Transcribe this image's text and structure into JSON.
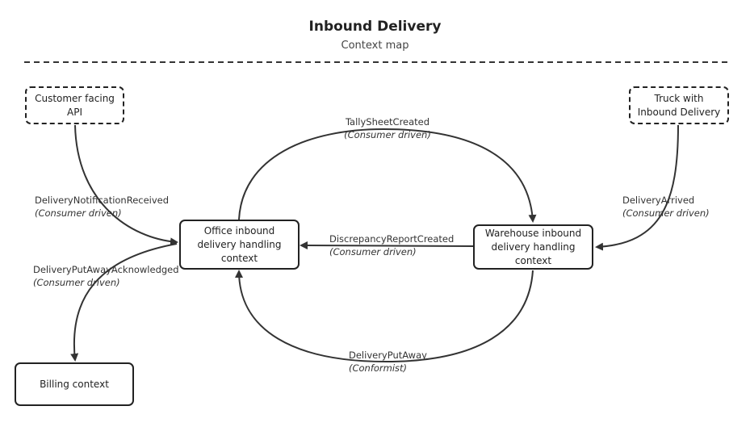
{
  "header": {
    "title": "Inbound Delivery",
    "subtitle": "Context map"
  },
  "boxes": {
    "customer_api": "Customer facing API",
    "truck": "Truck with Inbound Delivery",
    "office": "Office inbound delivery handling context",
    "warehouse": "Warehouse inbound delivery handling context",
    "billing": "Billing context"
  },
  "relations": {
    "tally": {
      "event": "TallySheetCreated",
      "type": "(Consumer driven)"
    },
    "notification": {
      "event": "DeliveryNotificationReceived",
      "type": "(Consumer driven)"
    },
    "arrived": {
      "event": "DeliveryArrived",
      "type": "(Consumer driven)"
    },
    "discrepancy": {
      "event": "DiscrepancyReportCreated",
      "type": "(Consumer driven)"
    },
    "putaway_ack": {
      "event": "DeliveryPutAwayAcknowledged",
      "type": "(Consumer driven)"
    },
    "putaway": {
      "event": "DeliveryPutAway",
      "type": "(Conformist)"
    }
  }
}
